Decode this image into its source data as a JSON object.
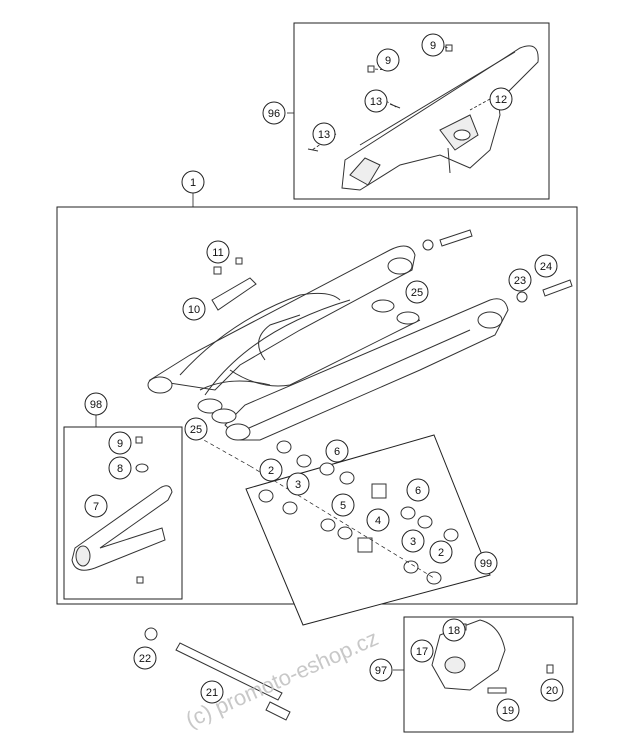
{
  "diagram": {
    "part_numbers": {
      "p1": "1",
      "p2a": "2",
      "p2b": "2",
      "p3a": "3",
      "p3b": "3",
      "p4": "4",
      "p5": "5",
      "p6a": "6",
      "p6b": "6",
      "p7": "7",
      "p8": "8",
      "p9a": "9",
      "p9b": "9",
      "p9c": "9",
      "p10": "10",
      "p11": "11",
      "p12": "12",
      "p13a": "13",
      "p13b": "13",
      "p17": "17",
      "p18": "18",
      "p19": "19",
      "p20": "20",
      "p21": "21",
      "p22": "22",
      "p23": "23",
      "p24": "24",
      "p25a": "25",
      "p25b": "25",
      "p96": "96",
      "p97": "97",
      "p98": "98",
      "p99": "99"
    },
    "watermark": "(c) promoto-eshop.cz"
  }
}
